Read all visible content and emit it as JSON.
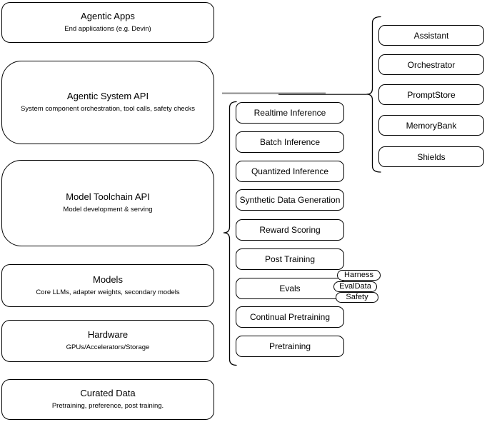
{
  "diagram": {
    "left_stack": [
      {
        "title": "Agentic Apps",
        "subtitle": "End applications (e.g. Devin)"
      },
      {
        "title": "Agentic System API",
        "subtitle": "System component orchestration, tool calls, safety checks"
      },
      {
        "title": "Model Toolchain API",
        "subtitle": "Model development & serving"
      },
      {
        "title": "Models",
        "subtitle": "Core LLMs, adapter weights, secondary models"
      },
      {
        "title": "Hardware",
        "subtitle": "GPUs/Accelerators/Storage"
      },
      {
        "title": "Curated Data",
        "subtitle": "Pretraining, preference, post training."
      }
    ],
    "toolchain_group": [
      "Realtime Inference",
      "Batch Inference",
      "Quantized Inference",
      "Synthetic Data Generation",
      "Reward Scoring",
      "Post Training",
      "Evals",
      "Continual Pretraining",
      "Pretraining"
    ],
    "evals_tags": [
      "Harness",
      "EvalData",
      "Safety"
    ],
    "system_group": [
      "Assistant",
      "Orchestrator",
      "PromptStore",
      "MemoryBank",
      "Shields"
    ],
    "colors": {
      "stroke": "#000000",
      "fill": "#ffffff",
      "connector_gray": "#9a9a9a"
    }
  }
}
